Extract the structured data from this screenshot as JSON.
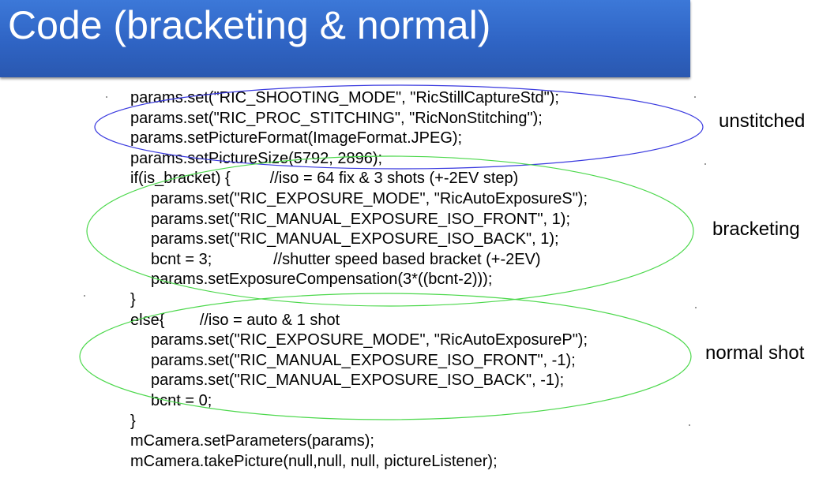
{
  "slide": {
    "title": "Code (bracketing & normal)",
    "colors": {
      "title_bar": "#2f64c4",
      "unstitched_ellipse": "#3a3adf",
      "bracketing_ellipse": "#4cd84c",
      "normal_ellipse": "#4cd84c"
    }
  },
  "code": {
    "lines": [
      "params.set(\"RIC_SHOOTING_MODE\", \"RicStillCaptureStd\");",
      "params.set(\"RIC_PROC_STITCHING\", \"RicNonStitching\");",
      "params.setPictureFormat(ImageFormat.JPEG);",
      "params.setPictureSize(5792, 2896);",
      "if(is_bracket) {         //iso = 64 fix & 3 shots (+-2EV step)",
      "params.set(\"RIC_EXPOSURE_MODE\", \"RicAutoExposureS\");",
      "params.set(\"RIC_MANUAL_EXPOSURE_ISO_FRONT\", 1);",
      "params.set(\"RIC_MANUAL_EXPOSURE_ISO_BACK\", 1);",
      "bcnt = 3;              //shutter speed based bracket (+-2EV)",
      "params.setExposureCompensation(3*((bcnt-2)));",
      "}",
      "else{        //iso = auto & 1 shot",
      "params.set(\"RIC_EXPOSURE_MODE\", \"RicAutoExposureP\");",
      "params.set(\"RIC_MANUAL_EXPOSURE_ISO_FRONT\", -1);",
      "params.set(\"RIC_MANUAL_EXPOSURE_ISO_BACK\", -1);",
      "bcnt = 0;",
      "}",
      "mCamera.setParameters(params);",
      "mCamera.takePicture(null,null, null, pictureListener);"
    ]
  },
  "annotations": {
    "unstitched": "unstitched",
    "bracketing": "bracketing",
    "normal_shot": "normal shot"
  }
}
